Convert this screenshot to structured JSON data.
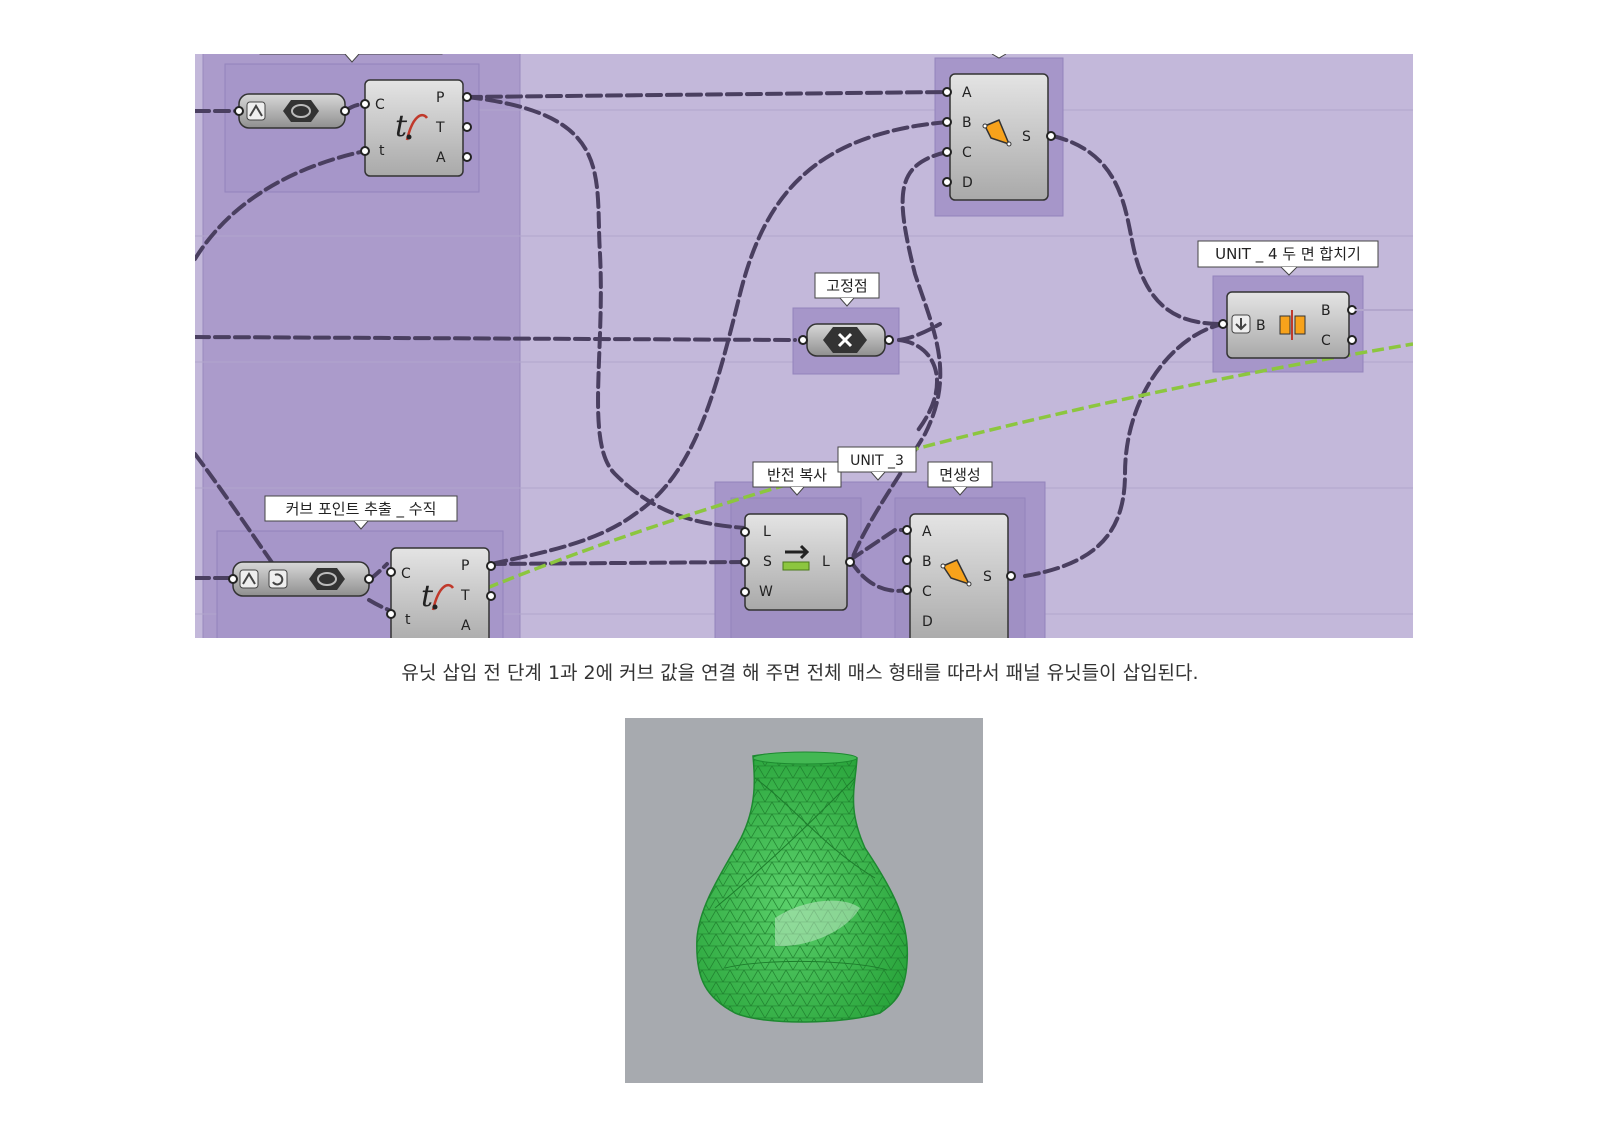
{
  "canvas": {
    "groups": {
      "unit4_label": "UNIT _ 4 두 면 합치기",
      "anchor_label": "고정점",
      "mirror_label": "반전 복사",
      "unit3_label": "UNIT _3",
      "surface_label": "면생성",
      "curve_points_label": "커브 포인트 추출 _ 수직"
    },
    "components": {
      "eval_top": {
        "in": [
          "C",
          "t"
        ],
        "out": [
          "P",
          "T",
          "A"
        ]
      },
      "surface_top": {
        "in": [
          "A",
          "B",
          "C",
          "D"
        ],
        "out": [
          "S"
        ]
      },
      "merge": {
        "in": [
          "B"
        ],
        "out": [
          "B",
          "C"
        ]
      },
      "mirror": {
        "in": [
          "L",
          "S",
          "W"
        ],
        "out": [
          "L"
        ]
      },
      "surface_bottom": {
        "in": [
          "A",
          "B",
          "C",
          "D"
        ],
        "out": [
          "S"
        ]
      },
      "eval_bottom": {
        "in": [
          "C",
          "t"
        ],
        "out": [
          "P",
          "T",
          "A"
        ]
      }
    },
    "icons": {
      "eval": "evaluate-curve-icon",
      "surface": "four-point-surface-icon",
      "merge": "brep-join-icon",
      "mirror": "mirror-icon",
      "anchor": "anchor-point-icon",
      "curve_param": "curve-parameter-icon"
    },
    "colors": {
      "canvas_bg": "#c3b8da",
      "group_fill": "#ab9bcb",
      "wire": "#4a3f60",
      "wire_selected": "#8cc63f",
      "component_fill": "#bdbdbd"
    }
  },
  "caption": "유닛 삽입 전 단계 1과 2에 커브 값을 연결 해 주면 전체 매스 형태를 따라서 패널 유닛들이 삽입된다.",
  "render": {
    "background": "#a7aaaf",
    "mesh_color": "#2fb043"
  }
}
